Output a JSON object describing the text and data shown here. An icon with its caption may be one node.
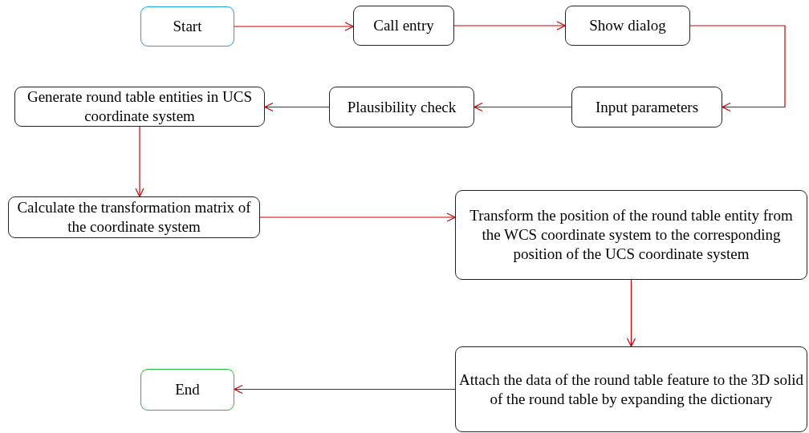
{
  "diagram": {
    "nodes": [
      {
        "text": [
          "Start"
        ]
      },
      {
        "text": [
          "Call entry"
        ]
      },
      {
        "text": [
          "Show dialog"
        ]
      },
      {
        "text": [
          "Input parameters"
        ]
      },
      {
        "text": [
          "Plausibility check"
        ]
      },
      {
        "text": [
          "Generate round table entities in UCS coordinate system"
        ]
      },
      {
        "text": [
          "Calculate the transformation matrix of the coordinate system"
        ]
      },
      {
        "text": [
          "Transform the position of the round table entity from the WCS coordinate system to the corresponding position of the UCS coordinate system"
        ]
      },
      {
        "text": [
          "Attach the data of the round table feature to the 3D solid of the round table by expanding the dictionary"
        ]
      },
      {
        "text": [
          "End"
        ]
      }
    ],
    "edges": [
      {
        "from": 0,
        "to": 1,
        "arrow": "to"
      },
      {
        "from": 1,
        "to": 2,
        "arrow": "to"
      },
      {
        "from": 2,
        "to": 3,
        "arrow": "to"
      },
      {
        "from": 3,
        "to": 4,
        "arrow": "to"
      },
      {
        "from": 4,
        "to": 5,
        "arrow": "to"
      },
      {
        "from": 5,
        "to": 6,
        "arrow": "to"
      },
      {
        "from": 6,
        "to": 7,
        "arrow": "to"
      },
      {
        "from": 7,
        "to": 8,
        "arrow": "to"
      },
      {
        "from": 8,
        "to": 9,
        "arrow": "to"
      }
    ]
  }
}
